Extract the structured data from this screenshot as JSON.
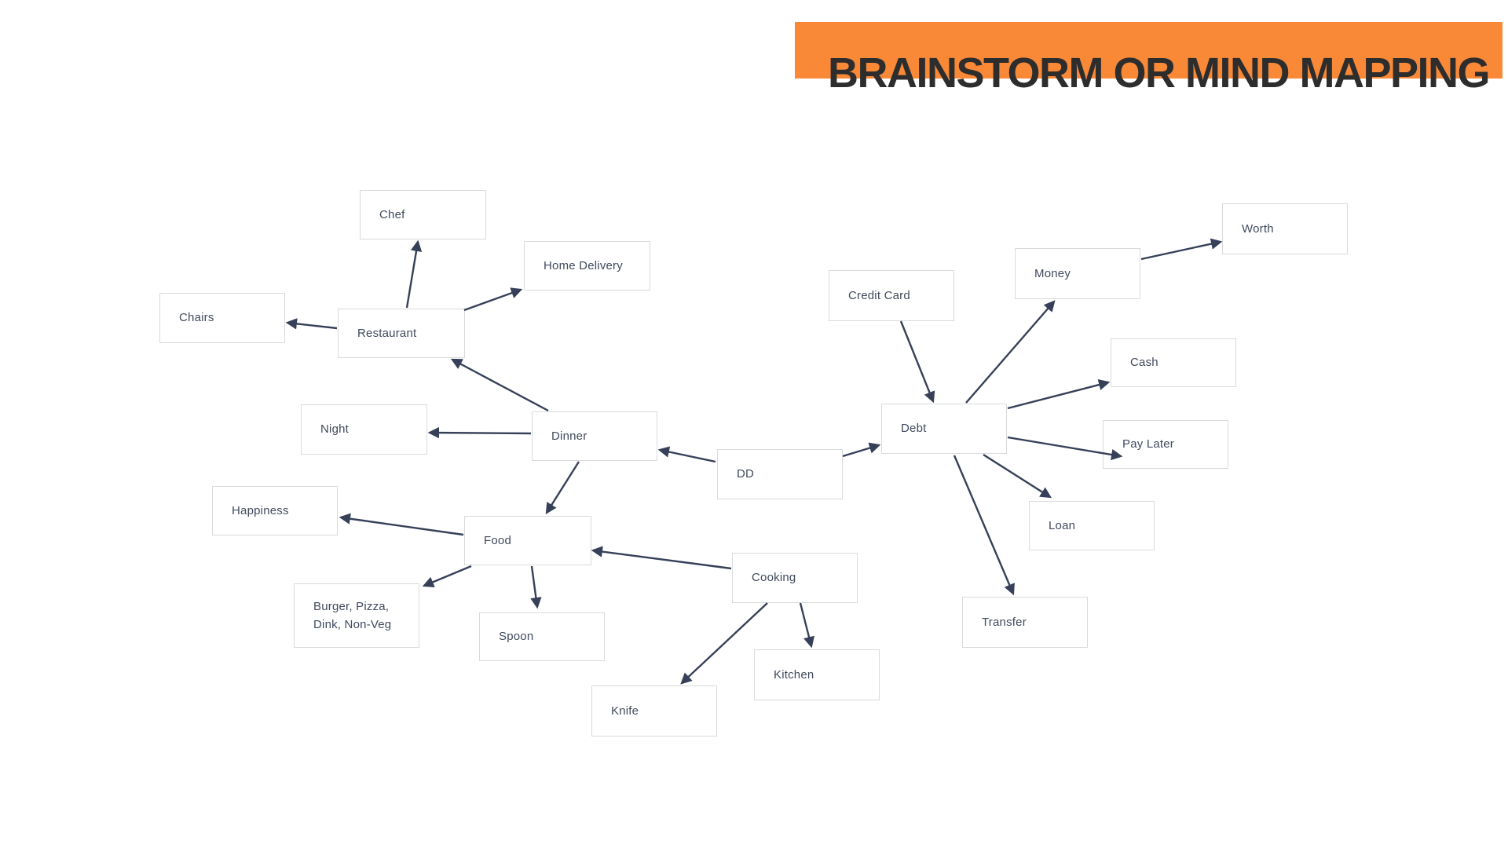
{
  "header": {
    "title": "BRAINSTORM OR MIND MAPPING"
  },
  "colors": {
    "banner": "#F98937",
    "title_text": "#2D2D2D",
    "arrow": "#364058",
    "box_border": "#D9DADB",
    "box_bg": "#FFFFFF",
    "box_text": "#404A5C",
    "background": "#FFFFFF"
  },
  "diagram": {
    "nodes": [
      {
        "id": "chef",
        "label": "Chef"
      },
      {
        "id": "home_delivery",
        "label": "Home Delivery"
      },
      {
        "id": "chairs",
        "label": "Chairs"
      },
      {
        "id": "restaurant",
        "label": "Restaurant"
      },
      {
        "id": "night",
        "label": "Night"
      },
      {
        "id": "dinner",
        "label": "Dinner"
      },
      {
        "id": "dd",
        "label": "DD"
      },
      {
        "id": "happiness",
        "label": "Happiness"
      },
      {
        "id": "food",
        "label": "Food"
      },
      {
        "id": "burger",
        "label": "Burger, Pizza, Dink, Non-Veg"
      },
      {
        "id": "spoon",
        "label": "Spoon"
      },
      {
        "id": "knife",
        "label": "Knife"
      },
      {
        "id": "cooking",
        "label": "Cooking"
      },
      {
        "id": "kitchen",
        "label": "Kitchen"
      },
      {
        "id": "credit_card",
        "label": "Credit Card"
      },
      {
        "id": "debt",
        "label": "Debt"
      },
      {
        "id": "money",
        "label": "Money"
      },
      {
        "id": "worth",
        "label": "Worth"
      },
      {
        "id": "cash",
        "label": "Cash"
      },
      {
        "id": "pay_later",
        "label": "Pay Later"
      },
      {
        "id": "loan",
        "label": "Loan"
      },
      {
        "id": "transfer",
        "label": "Transfer"
      }
    ],
    "edges": [
      {
        "from": "restaurant",
        "to": "chef"
      },
      {
        "from": "restaurant",
        "to": "home_delivery"
      },
      {
        "from": "restaurant",
        "to": "chairs"
      },
      {
        "from": "dinner",
        "to": "restaurant"
      },
      {
        "from": "dinner",
        "to": "night"
      },
      {
        "from": "dinner",
        "to": "food"
      },
      {
        "from": "dd",
        "to": "dinner"
      },
      {
        "from": "dd",
        "to": "debt"
      },
      {
        "from": "credit_card",
        "to": "debt"
      },
      {
        "from": "debt",
        "to": "money"
      },
      {
        "from": "debt",
        "to": "cash"
      },
      {
        "from": "debt",
        "to": "pay_later"
      },
      {
        "from": "debt",
        "to": "loan"
      },
      {
        "from": "debt",
        "to": "transfer"
      },
      {
        "from": "cooking",
        "to": "food"
      },
      {
        "from": "cooking",
        "to": "knife"
      },
      {
        "from": "cooking",
        "to": "kitchen"
      },
      {
        "from": "food",
        "to": "happiness"
      },
      {
        "from": "food",
        "to": "burger"
      },
      {
        "from": "food",
        "to": "spoon"
      },
      {
        "from": "money",
        "to": "worth"
      }
    ]
  }
}
